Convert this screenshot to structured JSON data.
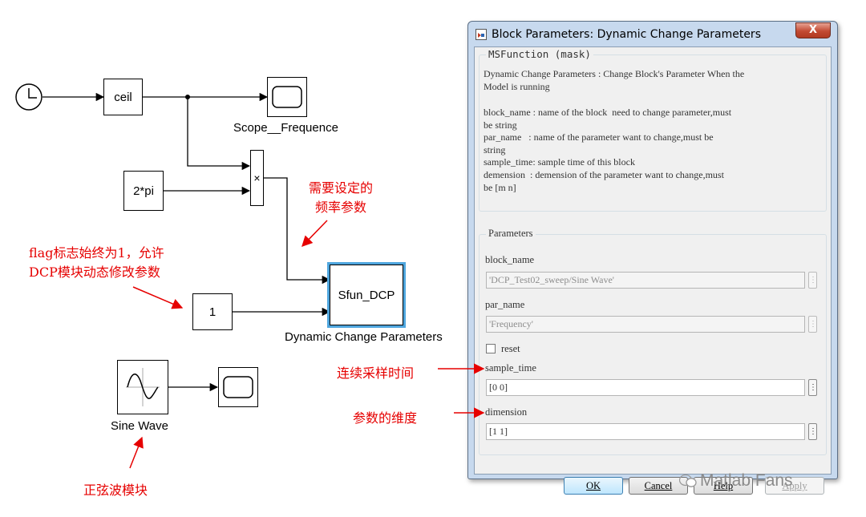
{
  "diagram": {
    "blocks": {
      "ceil": "ceil",
      "scope_frequence": "Scope__Frequence",
      "two_pi": "2*pi",
      "product_symbol": "×",
      "constant": "1",
      "sfun_dcp": "Sfun_DCP",
      "sfun_dcp_caption": "Dynamic Change Parameters",
      "sine_wave": "Sine Wave"
    },
    "annotations": {
      "freq_param_line1": "需要设定的",
      "freq_param_line2": "频率参数",
      "flag_line1": "flag标志始终为1，允许",
      "flag_line2": "DCP模块动态修改参数",
      "sample_time": "连续采样时间",
      "dimension": "参数的维度",
      "sine_module": "正弦波模块"
    },
    "annotation_color": "#e60000"
  },
  "dialog": {
    "title": "Block Parameters: Dynamic Change Parameters",
    "close_label": "X",
    "mask_group": {
      "title": "MSFunction (mask)",
      "desc1": "Dynamic Change Parameters : Change Block's Parameter When the\nModel is running",
      "desc2": "block_name : name of the block  need to change parameter,must\nbe string\npar_name   : name of the parameter want to change,must be\nstring\nsample_time: sample time of this block\ndemension  : demension of the parameter want to change,must\nbe [m n]"
    },
    "params_group": {
      "title": "Parameters",
      "block_name_label": "block_name",
      "block_name_value": "'DCP_Test02_sweep/Sine Wave'",
      "par_name_label": "par_name",
      "par_name_value": "'Frequency'",
      "reset_label": "reset",
      "reset_checked": false,
      "sample_time_label": "sample_time",
      "sample_time_value": "[0 0]",
      "dimension_label": "dimension",
      "dimension_value": "[1 1]",
      "more_glyph": "⋮"
    },
    "buttons": {
      "ok": "OK",
      "cancel": "Cancel",
      "help": "Help",
      "apply": "Apply"
    }
  },
  "watermark": "Matlab Fans"
}
